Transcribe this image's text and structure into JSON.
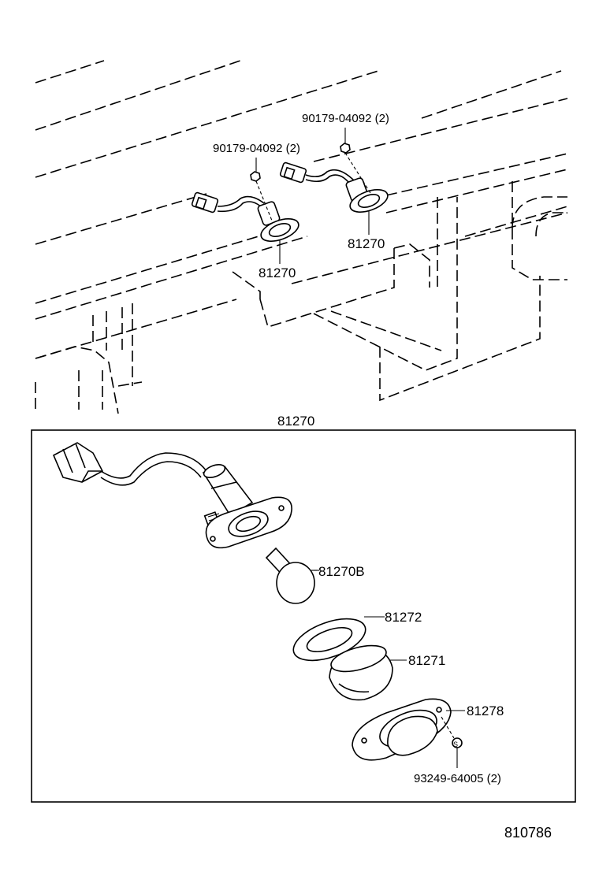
{
  "labels": {
    "screw_left": "90179-04092 (2)",
    "screw_right": "90179-04092 (2)",
    "lamp_left": "81270",
    "lamp_right": "81270",
    "box_title": "81270",
    "bulb": "81270B",
    "gasket": "81272",
    "lens": "81271",
    "rim": "81278",
    "screw_detail": "93249-64005 (2)",
    "screw_symbol": "S",
    "figure_number": "810786"
  }
}
